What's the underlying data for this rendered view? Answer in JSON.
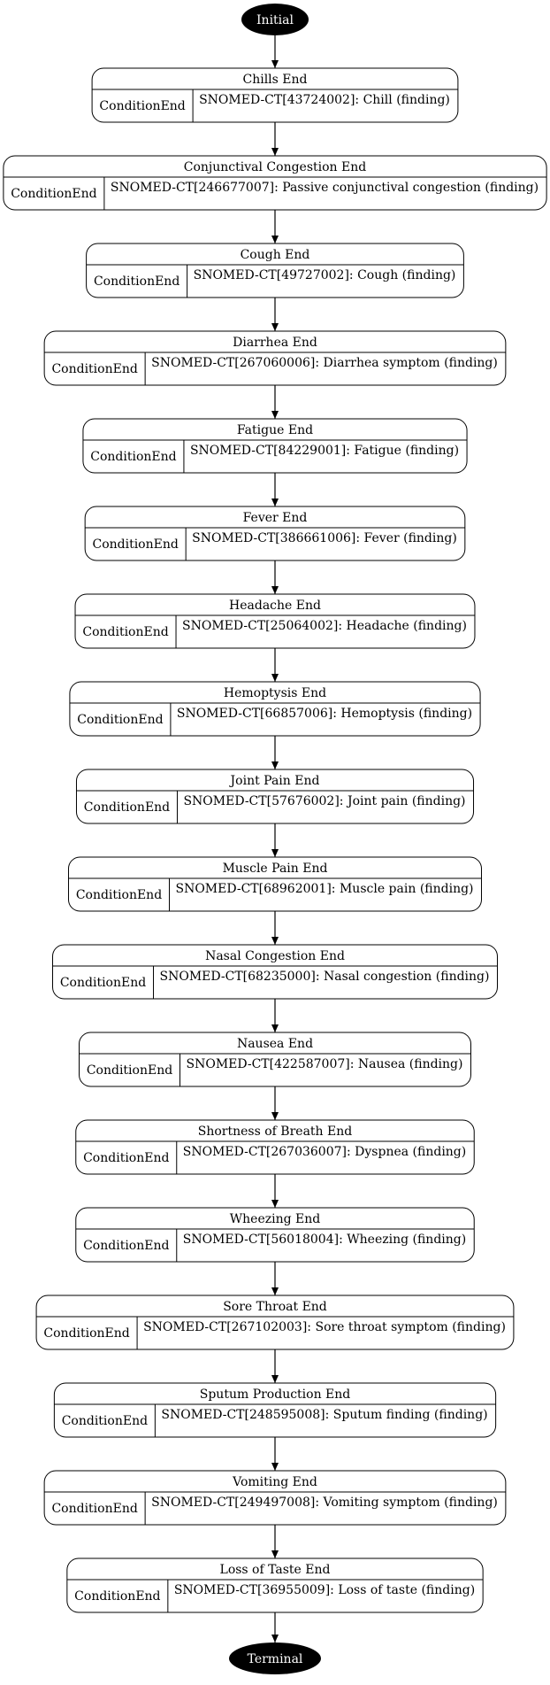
{
  "diagram": {
    "start_label": "Initial",
    "end_label": "Terminal",
    "states": [
      {
        "title": "Chills End",
        "type": "ConditionEnd",
        "detail": "SNOMED-CT[43724002]: Chill (finding)"
      },
      {
        "title": "Conjunctival Congestion End",
        "type": "ConditionEnd",
        "detail": "SNOMED-CT[246677007]: Passive conjunctival congestion (finding)"
      },
      {
        "title": "Cough End",
        "type": "ConditionEnd",
        "detail": "SNOMED-CT[49727002]: Cough (finding)"
      },
      {
        "title": "Diarrhea End",
        "type": "ConditionEnd",
        "detail": "SNOMED-CT[267060006]: Diarrhea symptom (finding)"
      },
      {
        "title": "Fatigue End",
        "type": "ConditionEnd",
        "detail": "SNOMED-CT[84229001]: Fatigue (finding)"
      },
      {
        "title": "Fever End",
        "type": "ConditionEnd",
        "detail": "SNOMED-CT[386661006]: Fever (finding)"
      },
      {
        "title": "Headache End",
        "type": "ConditionEnd",
        "detail": "SNOMED-CT[25064002]: Headache (finding)"
      },
      {
        "title": "Hemoptysis End",
        "type": "ConditionEnd",
        "detail": "SNOMED-CT[66857006]: Hemoptysis (finding)"
      },
      {
        "title": "Joint Pain End",
        "type": "ConditionEnd",
        "detail": "SNOMED-CT[57676002]: Joint pain (finding)"
      },
      {
        "title": "Muscle Pain End",
        "type": "ConditionEnd",
        "detail": "SNOMED-CT[68962001]: Muscle pain (finding)"
      },
      {
        "title": "Nasal Congestion End",
        "type": "ConditionEnd",
        "detail": "SNOMED-CT[68235000]: Nasal congestion (finding)"
      },
      {
        "title": "Nausea End",
        "type": "ConditionEnd",
        "detail": "SNOMED-CT[422587007]: Nausea (finding)"
      },
      {
        "title": "Shortness of Breath End",
        "type": "ConditionEnd",
        "detail": "SNOMED-CT[267036007]: Dyspnea (finding)"
      },
      {
        "title": "Wheezing End",
        "type": "ConditionEnd",
        "detail": "SNOMED-CT[56018004]: Wheezing (finding)"
      },
      {
        "title": "Sore Throat End",
        "type": "ConditionEnd",
        "detail": "SNOMED-CT[267102003]: Sore throat symptom (finding)"
      },
      {
        "title": "Sputum Production End",
        "type": "ConditionEnd",
        "detail": "SNOMED-CT[248595008]: Sputum finding (finding)"
      },
      {
        "title": "Vomiting End",
        "type": "ConditionEnd",
        "detail": "SNOMED-CT[249497008]: Vomiting symptom (finding)"
      },
      {
        "title": "Loss of Taste End",
        "type": "ConditionEnd",
        "detail": "SNOMED-CT[36955009]: Loss of taste (finding)"
      }
    ]
  }
}
